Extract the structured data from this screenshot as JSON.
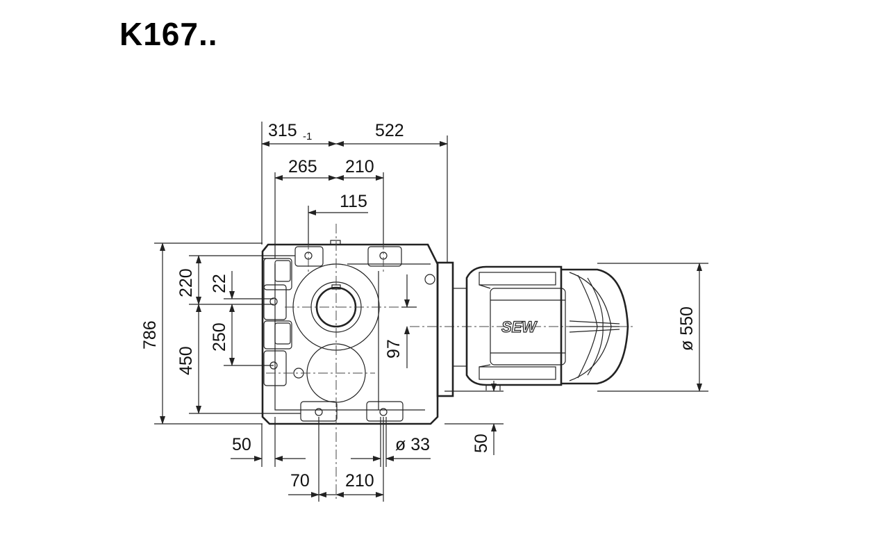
{
  "title": "K167..",
  "brand_mark": "SEW",
  "dimensions": {
    "top_left": "315",
    "top_left_tol": "-1",
    "top_right": "522",
    "mid_left": "265",
    "mid_right": "210",
    "offset": "115",
    "height_total": "786",
    "height_lower": "450",
    "height_upper": "220",
    "small_22": "22",
    "vert_250": "250",
    "shaft_97": "97",
    "motor_dia": "ø 550",
    "bottom_50": "50",
    "hole_dia": "ø 33",
    "motor_50": "50",
    "bottom_70": "70",
    "bottom_210": "210"
  }
}
